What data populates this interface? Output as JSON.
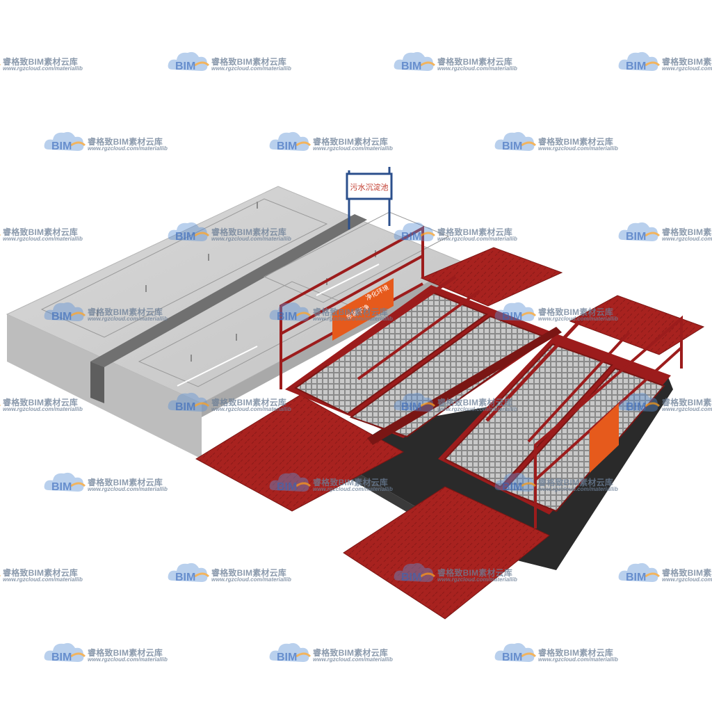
{
  "scene": {
    "sign_board_text": "污水沉淀池",
    "banner_left_text": "车辆干净",
    "banner_right_text": "净化环境",
    "colors": {
      "steel_red": "#9c1c1c",
      "steel_red_dark": "#6e1212",
      "plate_red": "#a8221f",
      "grating": "#9a9a9a",
      "concrete": "#cfcfcf",
      "concrete_dark": "#a9a9a9",
      "banner_orange": "#e65a1c",
      "sign_frame": "#2b4f8c"
    }
  },
  "watermark": {
    "logo_text": "BIM",
    "line1": "睿格致BIM素材云库",
    "line2": "www.rgzcloud.com/materiallib"
  }
}
